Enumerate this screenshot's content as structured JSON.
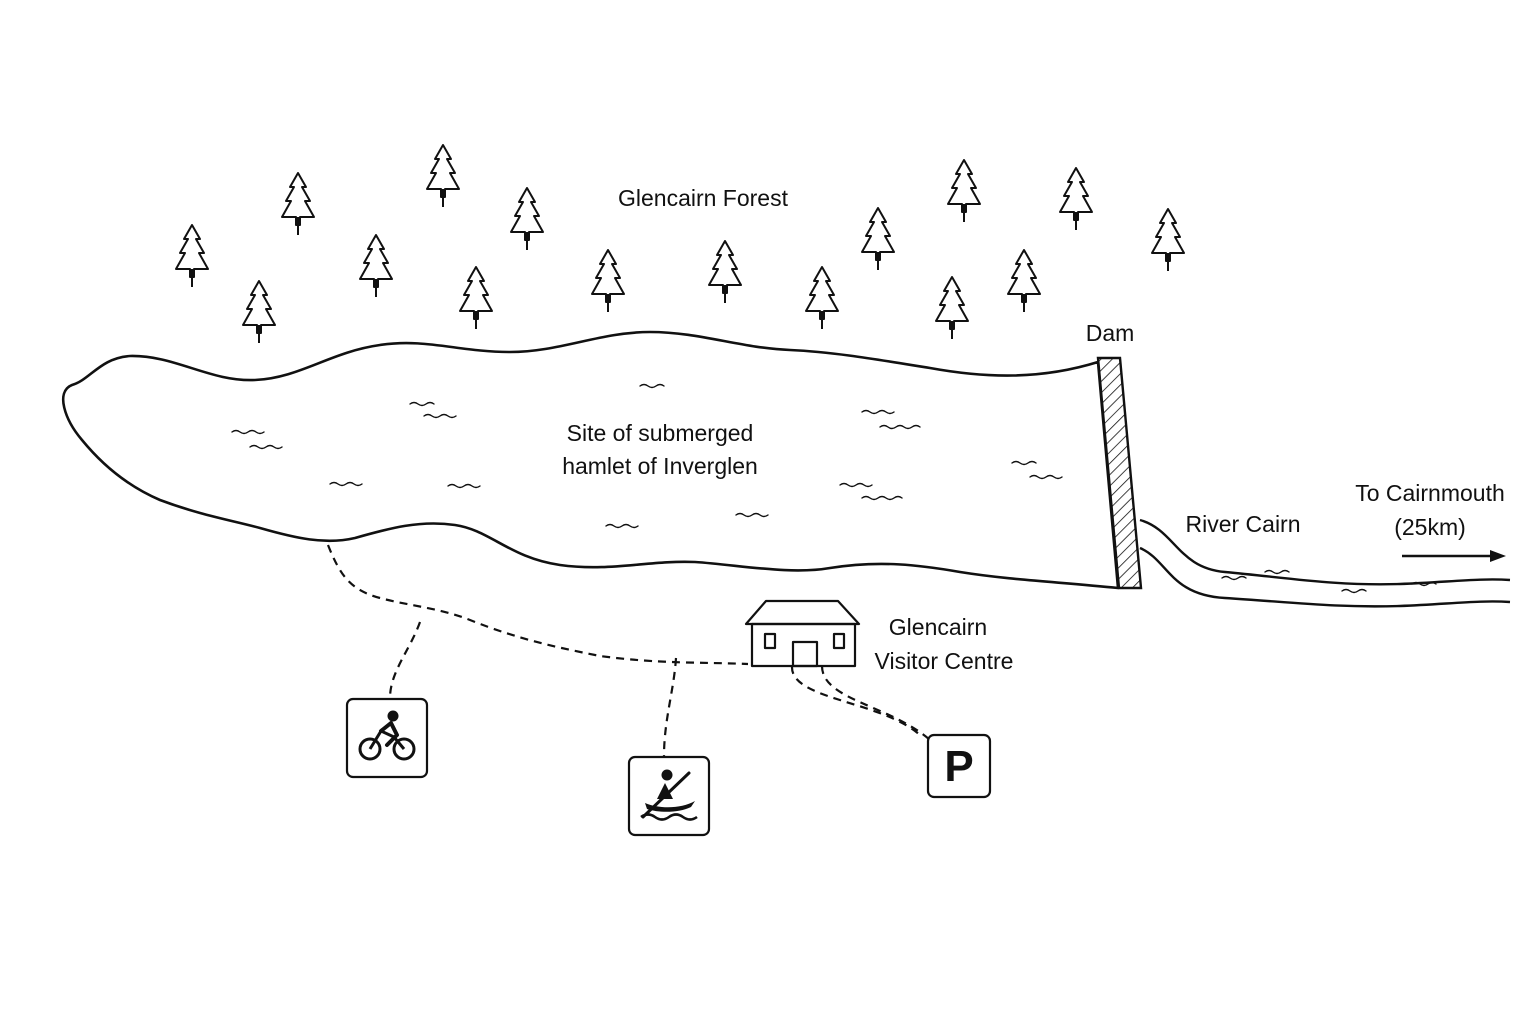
{
  "labels": {
    "forest": "Glencairn Forest",
    "dam": "Dam",
    "lake_line1": "Site of submerged",
    "lake_line2": "hamlet of Inverglen",
    "river": "River Cairn",
    "destination_line1": "To Cairnmouth",
    "destination_line2": "(25km)",
    "visitor_line1": "Glencairn",
    "visitor_line2": "Visitor Centre"
  },
  "icons": {
    "cycling": "bicycle-icon",
    "kayaking": "kayak-icon",
    "parking": "P",
    "visitor_centre": "building-icon",
    "tree": "pine-tree-icon"
  },
  "colors": {
    "ink": "#111111",
    "background": "#ffffff"
  }
}
